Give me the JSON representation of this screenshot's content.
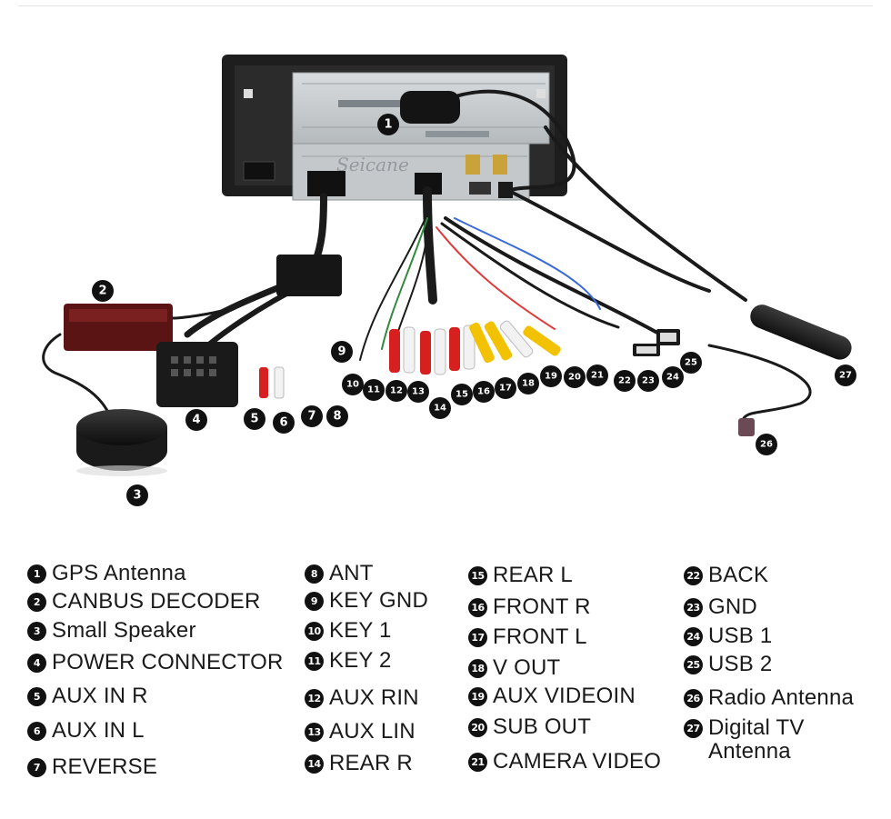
{
  "legend": {
    "items": [
      {
        "num": "1",
        "label": "GPS Antenna"
      },
      {
        "num": "2",
        "label": "CANBUS DECODER"
      },
      {
        "num": "3",
        "label": "Small Speaker"
      },
      {
        "num": "4",
        "label": "POWER CONNECTOR"
      },
      {
        "num": "5",
        "label": "AUX IN R"
      },
      {
        "num": "6",
        "label": "AUX IN L"
      },
      {
        "num": "7",
        "label": "REVERSE"
      },
      {
        "num": "8",
        "label": "ANT"
      },
      {
        "num": "9",
        "label": "KEY GND"
      },
      {
        "num": "10",
        "label": "KEY 1"
      },
      {
        "num": "11",
        "label": "KEY 2"
      },
      {
        "num": "12",
        "label": "AUX RIN"
      },
      {
        "num": "13",
        "label": "AUX  LIN"
      },
      {
        "num": "14",
        "label": "REAR R"
      },
      {
        "num": "15",
        "label": "REAR L"
      },
      {
        "num": "16",
        "label": "FRONT R"
      },
      {
        "num": "17",
        "label": "FRONT L"
      },
      {
        "num": "18",
        "label": "V OUT"
      },
      {
        "num": "19",
        "label": "AUX VIDEOIN"
      },
      {
        "num": "20",
        "label": "SUB OUT"
      },
      {
        "num": "21",
        "label": "CAMERA VIDEO"
      },
      {
        "num": "22",
        "label": "BACK"
      },
      {
        "num": "23",
        "label": "GND"
      },
      {
        "num": "24",
        "label": "USB 1"
      },
      {
        "num": "25",
        "label": "USB 2"
      },
      {
        "num": "26",
        "label": "Radio Antenna"
      },
      {
        "num": "27",
        "label": "Digital TV Antenna"
      }
    ]
  },
  "diagram": {
    "brand_watermark": "Seicane"
  },
  "colors": {
    "badge": "#111111",
    "unit_frame": "#1e1e1e",
    "unit_body": "#c9cdd0",
    "rca_red": "#d62020",
    "rca_white": "#f2f2f2",
    "rca_yellow": "#f2c200",
    "decoder_red": "#5a1414",
    "cable_black": "#1a1a1a"
  }
}
